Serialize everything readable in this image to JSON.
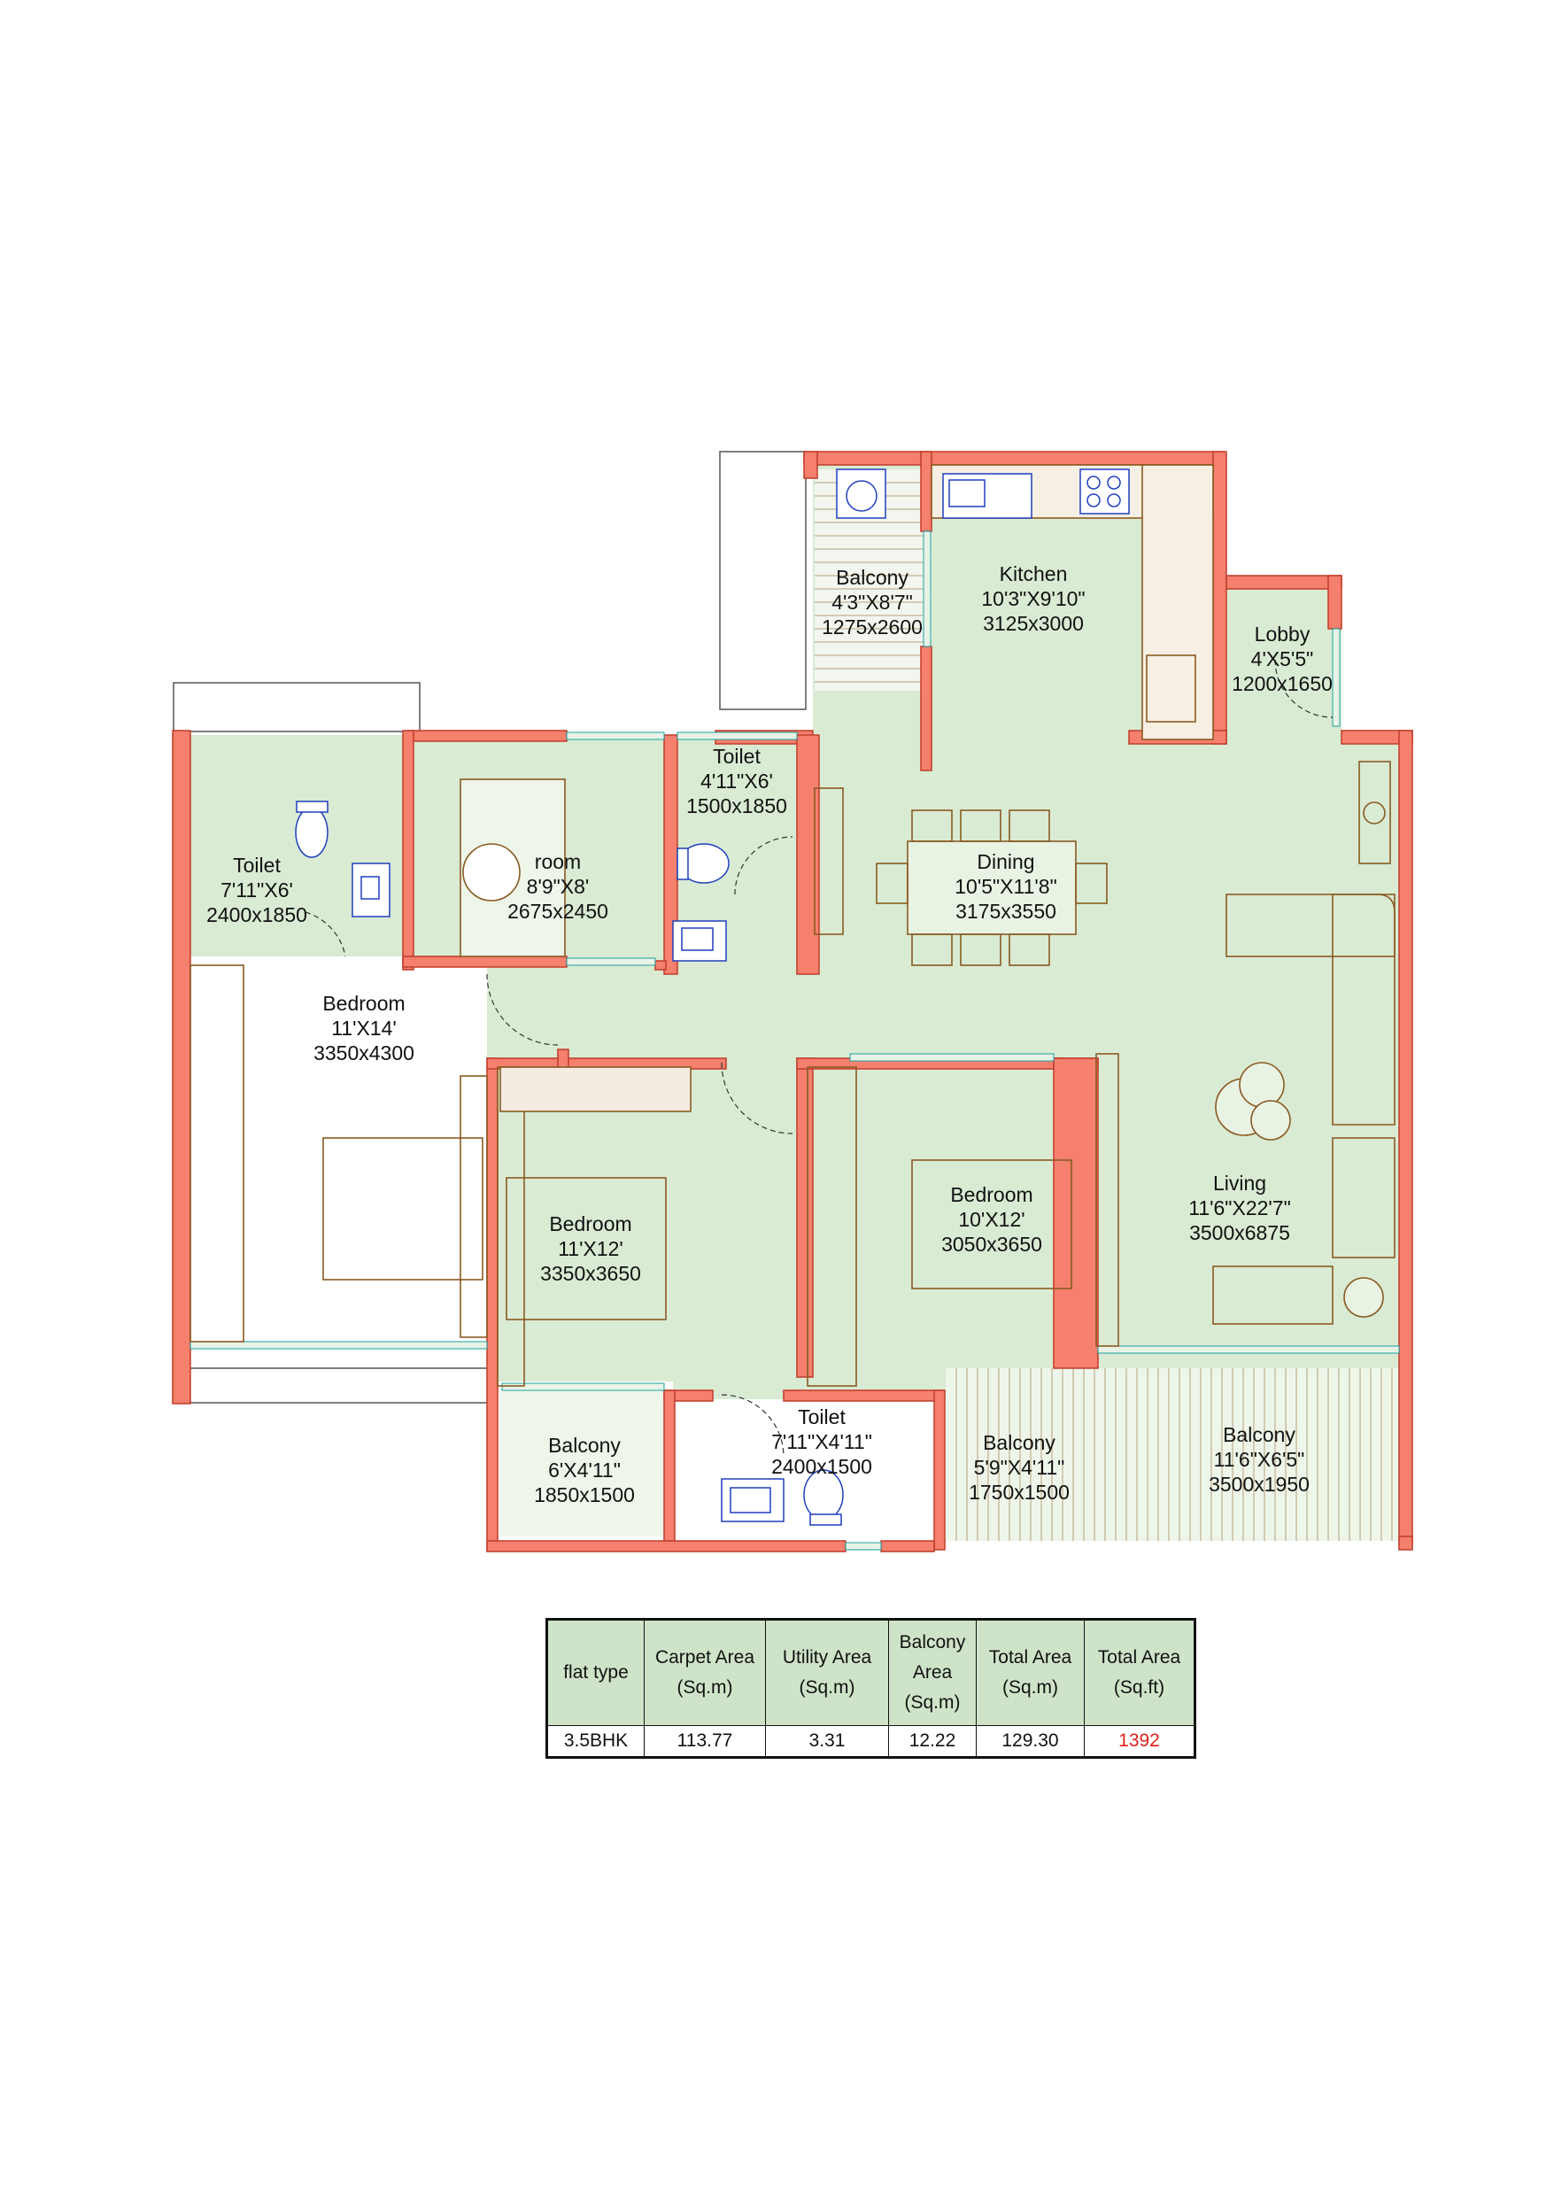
{
  "colors": {
    "wall": "#f4806d",
    "wall_edge": "#c23a2a",
    "floor": "#d9ebd3",
    "furniture": "#8a5a22",
    "fixtures": "#1f3fbf",
    "table_header": "#cfe3c8",
    "highlight_text": "#e0201b"
  },
  "rooms": {
    "balcony_utility": {
      "name": "Balcony",
      "imperial": "4'3\"X8'7\"",
      "metric": "1275x2600"
    },
    "kitchen": {
      "name": "Kitchen",
      "imperial": "10'3\"X9'10\"",
      "metric": "3125x3000"
    },
    "lobby": {
      "name": "Lobby",
      "imperial": "4'X5'5\"",
      "metric": "1200x1650"
    },
    "toilet_1": {
      "name": "Toilet",
      "imperial": "7'11\"X6'",
      "metric": "2400x1850"
    },
    "room": {
      "name": "room",
      "imperial": "8'9\"X8'",
      "metric": "2675x2450"
    },
    "toilet_2": {
      "name": "Toilet",
      "imperial": "4'11\"X6'",
      "metric": "1500x1850"
    },
    "dining": {
      "name": "Dining",
      "imperial": "10'5\"X11'8\"",
      "metric": "3175x3550"
    },
    "bedroom_master": {
      "name": "Bedroom",
      "imperial": "11'X14'",
      "metric": "3350x4300"
    },
    "bedroom_2": {
      "name": "Bedroom",
      "imperial": "11'X12'",
      "metric": "3350x3650"
    },
    "bedroom_3": {
      "name": "Bedroom",
      "imperial": "10'X12'",
      "metric": "3050x3650"
    },
    "living": {
      "name": "Living",
      "imperial": "11'6\"X22'7\"",
      "metric": "3500x6875"
    },
    "balcony_1": {
      "name": "Balcony",
      "imperial": "6'X4'11\"",
      "metric": "1850x1500"
    },
    "toilet_3": {
      "name": "Toilet",
      "imperial": "7'11\"X4'11\"",
      "metric": "2400x1500"
    },
    "balcony_2": {
      "name": "Balcony",
      "imperial": "5'9\"X4'11\"",
      "metric": "1750x1500"
    },
    "balcony_3": {
      "name": "Balcony",
      "imperial": "11'6\"X6'5\"",
      "metric": "3500x1950"
    }
  },
  "area_table": {
    "headers": {
      "flat_type": "flat type",
      "carpet_1": "Carpet Area",
      "carpet_2": "(Sq.m)",
      "utility_1": "Utility Area",
      "utility_2": "(Sq.m)",
      "balcony_1": "Balcony",
      "balcony_2": "Area",
      "balcony_3": "(Sq.m)",
      "total_m_1": "Total Area",
      "total_m_2": "(Sq.m)",
      "total_ft_1": "Total Area",
      "total_ft_2": "(Sq.ft)"
    },
    "row": {
      "flat_type": "3.5BHK",
      "carpet": "113.77",
      "utility": "3.31",
      "balcony": "12.22",
      "total_sqm": "129.30",
      "total_sqft": "1392"
    }
  }
}
